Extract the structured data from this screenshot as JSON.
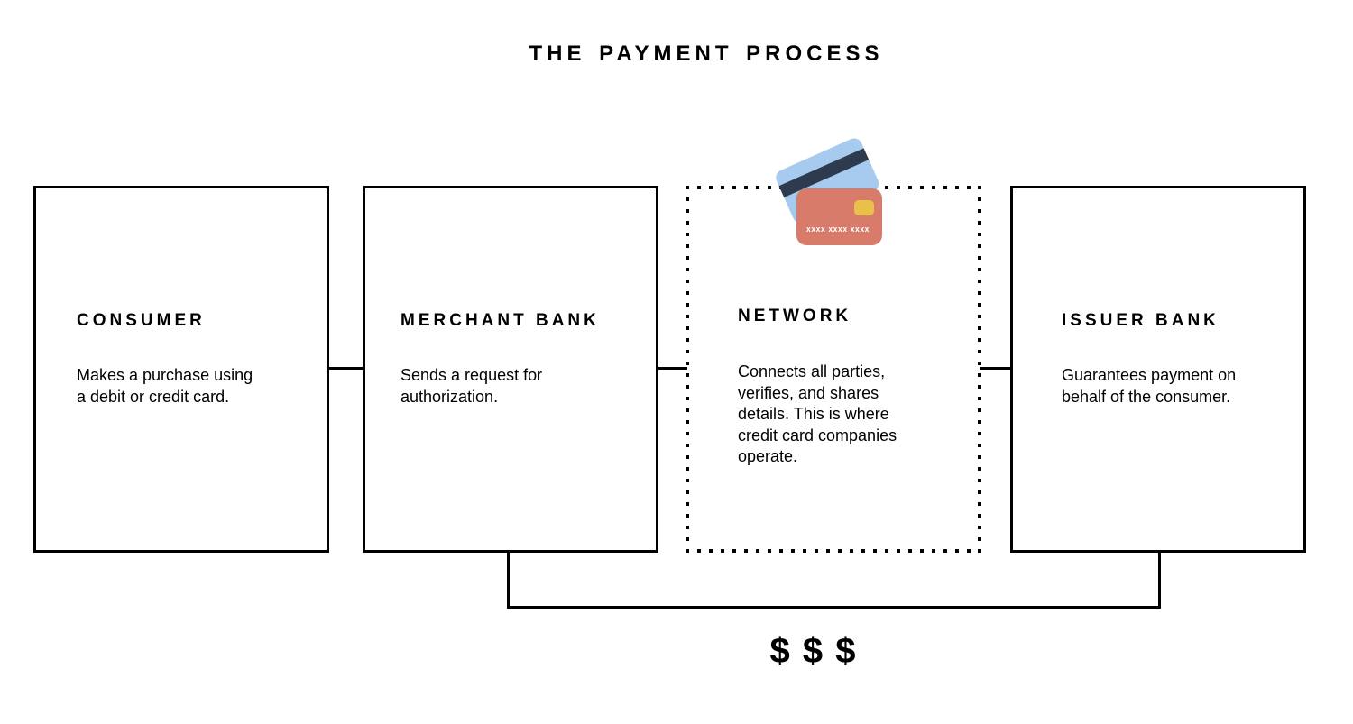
{
  "title": "THE PAYMENT PROCESS",
  "nodes": [
    {
      "name": "CONSUMER",
      "description": "Makes a purchase using\na debit or credit card."
    },
    {
      "name": "MERCHANT BANK",
      "description": "Sends a request for\nauthorization."
    },
    {
      "name": "NETWORK",
      "description": "Connects all parties,\nverifies, and shares\ndetails. This is where\ncredit card companies\noperate."
    },
    {
      "name": "ISSUER BANK",
      "description": "Guarantees payment on\nbehalf of the consumer."
    }
  ],
  "money_label": "$ $ $",
  "line_color": "#000000",
  "card_icon": {
    "number_text": "xxxx xxxx xxxx",
    "colors": {
      "back_card": "#a6cbee",
      "stripe": "#2e3a4d",
      "front_card": "#d97b6b",
      "chip": "#e8c04a",
      "number": "#ffffff"
    }
  }
}
